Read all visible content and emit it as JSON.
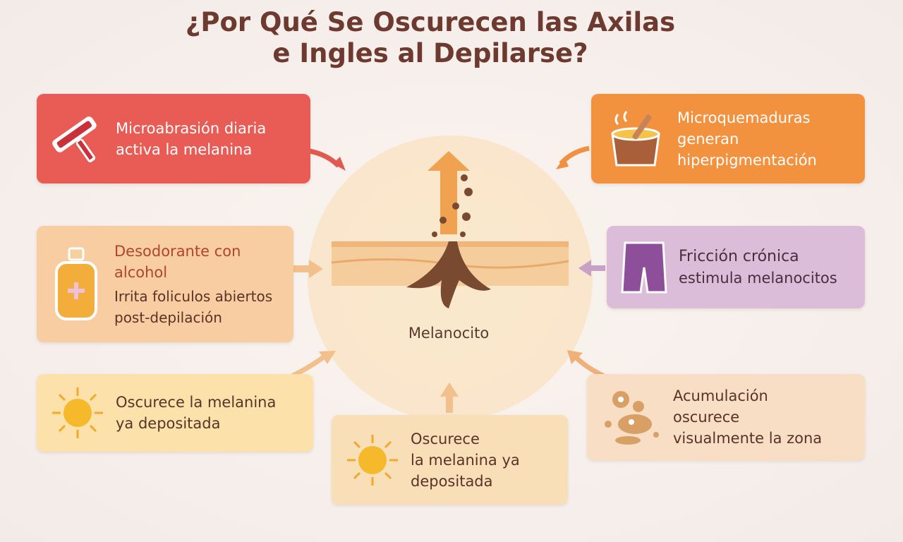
{
  "title": {
    "line1": "¿Por Qué Se Oscurecen las Axilas",
    "line2": "e Ingles al Depilarse?"
  },
  "center": {
    "label": "Melanocito"
  },
  "cards": [
    {
      "lines": [
        "Microabrasión diaria",
        "activa la melanina"
      ],
      "icon": "razor-icon",
      "color": "#e85c55"
    },
    {
      "lines": [
        "Microquemaduras",
        "generan",
        "hiperpigmentación"
      ],
      "icon": "wax-pot-icon",
      "color": "#f2923f"
    },
    {
      "heading": [
        "Desodorante con",
        "alcohol"
      ],
      "lines": [
        "Irrita foliculos abiertos",
        "post-depilación"
      ],
      "icon": "spray-bottle-icon",
      "color": "#f8cda2"
    },
    {
      "lines": [
        "Fricción crónica",
        "estimula melanocitos"
      ],
      "icon": "shorts-icon",
      "color": "#dcbdd9"
    },
    {
      "lines": [
        "Oscurece la melanina",
        "ya depositada"
      ],
      "icon": "sun-icon",
      "color": "#fce2aa"
    },
    {
      "lines": [
        "Oscurece",
        "la melanina ya",
        "depositada"
      ],
      "icon": "sun-icon",
      "color": "#f9dfb8"
    },
    {
      "lines": [
        "Acumulación",
        "oscurece",
        "visualmente la zona"
      ],
      "icon": "pigment-spots-icon",
      "color": "#f7dec4"
    }
  ]
}
